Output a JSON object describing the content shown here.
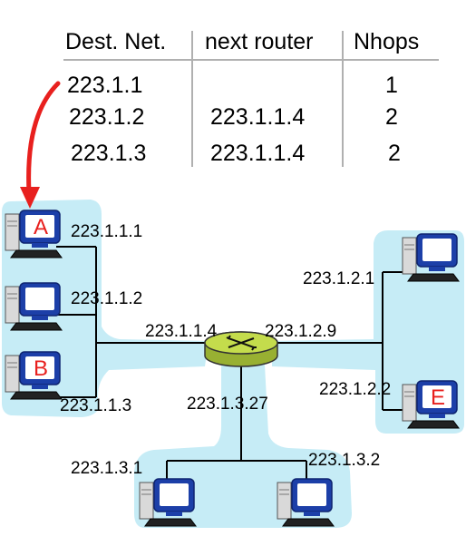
{
  "routing_table": {
    "headers": [
      "Dest. Net.",
      "next router",
      "Nhops"
    ],
    "rows": [
      {
        "dest": "223.1.1",
        "next": "",
        "hops": "1"
      },
      {
        "dest": "223.1.2",
        "next": "223.1.1.4",
        "hops": "2"
      },
      {
        "dest": "223.1.3",
        "next": "223.1.1.4",
        "hops": "2"
      }
    ]
  },
  "hosts": {
    "A": {
      "letter": "A",
      "addr": "223.1.1.1"
    },
    "middle": {
      "addr": "223.1.1.2"
    },
    "B": {
      "letter": "B",
      "addr": "223.1.1.3"
    },
    "top_right": {
      "addr": "223.1.2.1"
    },
    "E": {
      "letter": "E",
      "addr": "223.1.2.2"
    },
    "bottom_left": {
      "addr": "223.1.3.1"
    },
    "bottom_right": {
      "addr": "223.1.3.2"
    }
  },
  "router": {
    "if_net1": "223.1.1.4",
    "if_net2": "223.1.2.9",
    "if_net3": "223.1.3.27"
  },
  "colors": {
    "network_blob": "#c6ecf6",
    "router": "#bcd44a",
    "arrow": "#e8201e",
    "monitor": "#1c3fa8",
    "host_letter": "#e8201e"
  }
}
